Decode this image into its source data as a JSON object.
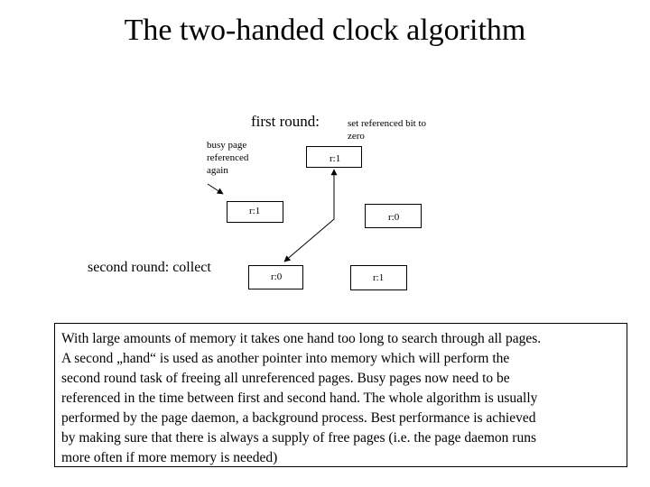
{
  "title": "The two-handed clock algorithm",
  "labels": {
    "first_round": "first round:",
    "second_round": "second round: collect"
  },
  "notes": {
    "busy_page": [
      "busy page",
      "referenced",
      "again"
    ],
    "set_bit": [
      "set referenced bit to",
      "zero"
    ]
  },
  "pages": [
    "r:1",
    "r:1",
    "r:0",
    "r:0",
    "r:1"
  ],
  "description_lines": [
    "With large amounts of memory it takes one hand too long to search through all pages.",
    "A second „hand“ is used as another pointer into memory which will perform the",
    "second round task of freeing all unreferenced pages. Busy pages now need to be",
    "referenced in the time between first and second hand. The whole algorithm is usually",
    "performed by the page daemon, a background process. Best performance is achieved",
    "by making sure that there is always a supply of free pages (i.e. the page daemon runs",
    "more often if more memory is needed)"
  ]
}
